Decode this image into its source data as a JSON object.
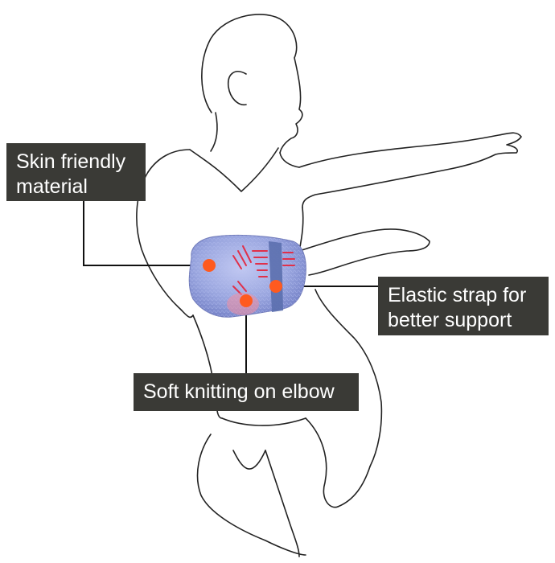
{
  "callouts": {
    "skin": "Skin friendly\nmaterial",
    "strap": "Elastic strap for\nbetter support",
    "knit": "Soft knitting on elbow"
  },
  "colors": {
    "label_bg": "#3a3a36",
    "label_text": "#ffffff",
    "leader_line": "#111111",
    "marker": "#ff5a1f",
    "sleeve": "#9aa6df",
    "strap": "#5b6fae",
    "stitching": "#e0304a",
    "outline": "#222222"
  },
  "icons": {
    "figure": "person-outline-icon",
    "sleeve": "elbow-sleeve-icon",
    "marker": "orange-dot-icon"
  }
}
